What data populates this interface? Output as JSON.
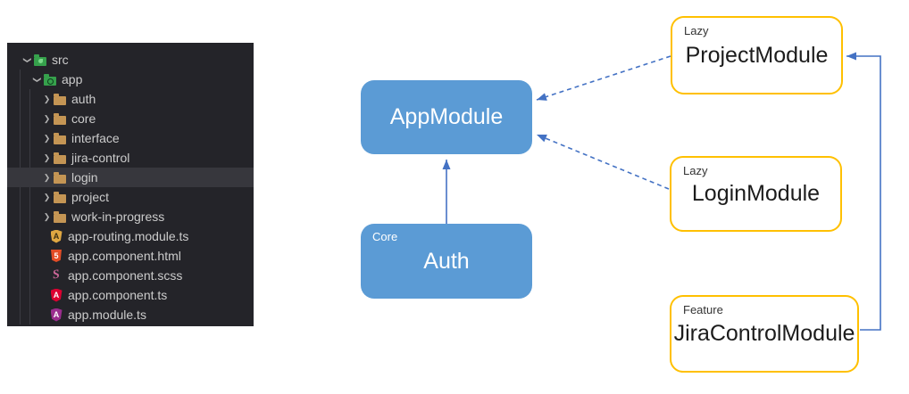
{
  "explorer": {
    "items": [
      {
        "label": "src",
        "level": 0,
        "kind": "folder",
        "icon": "src-folder-icon",
        "expanded": true,
        "selected": false
      },
      {
        "label": "app",
        "level": 1,
        "kind": "folder",
        "icon": "app-folder-icon",
        "expanded": true,
        "selected": false
      },
      {
        "label": "auth",
        "level": 2,
        "kind": "folder",
        "icon": "folder-icon",
        "expanded": false,
        "selected": false
      },
      {
        "label": "core",
        "level": 2,
        "kind": "folder",
        "icon": "folder-icon",
        "expanded": false,
        "selected": false
      },
      {
        "label": "interface",
        "level": 2,
        "kind": "folder",
        "icon": "folder-icon",
        "expanded": false,
        "selected": false
      },
      {
        "label": "jira-control",
        "level": 2,
        "kind": "folder",
        "icon": "folder-icon",
        "expanded": false,
        "selected": false
      },
      {
        "label": "login",
        "level": 2,
        "kind": "folder",
        "icon": "folder-icon",
        "expanded": false,
        "selected": true
      },
      {
        "label": "project",
        "level": 2,
        "kind": "folder",
        "icon": "folder-icon",
        "expanded": false,
        "selected": false
      },
      {
        "label": "work-in-progress",
        "level": 2,
        "kind": "folder",
        "icon": "folder-icon",
        "expanded": false,
        "selected": false
      },
      {
        "label": "app-routing.module.ts",
        "level": 2,
        "kind": "file",
        "icon": "angular-routing-file-icon",
        "expanded": false,
        "selected": false
      },
      {
        "label": "app.component.html",
        "level": 2,
        "kind": "file",
        "icon": "html5-file-icon",
        "expanded": false,
        "selected": false
      },
      {
        "label": "app.component.scss",
        "level": 2,
        "kind": "file",
        "icon": "sass-file-icon",
        "expanded": false,
        "selected": false
      },
      {
        "label": "app.component.ts",
        "level": 2,
        "kind": "file",
        "icon": "angular-component-file-icon",
        "expanded": false,
        "selected": false
      },
      {
        "label": "app.module.ts",
        "level": 2,
        "kind": "file",
        "icon": "angular-module-file-icon",
        "expanded": false,
        "selected": false
      }
    ],
    "colors": {
      "panel_bg": "#242429",
      "selection": "#37373d",
      "folder_tan": "#C49554",
      "folder_green": "#36A14C",
      "text": "#cccccc"
    }
  },
  "diagram": {
    "nodes": [
      {
        "id": "app-module",
        "label": "AppModule",
        "tag": "",
        "style": "filled-blue"
      },
      {
        "id": "auth",
        "label": "Auth",
        "tag": "Core",
        "style": "filled-blue"
      },
      {
        "id": "project-module",
        "label": "ProjectModule",
        "tag": "Lazy",
        "style": "yellow-outline"
      },
      {
        "id": "login-module",
        "label": "LoginModule",
        "tag": "Lazy",
        "style": "yellow-outline"
      },
      {
        "id": "jira-control-module",
        "label": "JiraControlModule",
        "tag": "Feature",
        "style": "yellow-outline"
      }
    ],
    "edges": [
      {
        "from": "auth",
        "to": "app-module",
        "style": "solid"
      },
      {
        "from": "project-module",
        "to": "app-module",
        "style": "dashed"
      },
      {
        "from": "login-module",
        "to": "app-module",
        "style": "dashed"
      },
      {
        "from": "jira-control-module",
        "to": "project-module",
        "style": "solid-elbow"
      }
    ],
    "colors": {
      "blue_fill": "#5B9BD5",
      "blue_text": "#ffffff",
      "yellow_border": "#FFC000",
      "outline_text": "#1c1c1c",
      "arrow": "#4472C4"
    }
  }
}
